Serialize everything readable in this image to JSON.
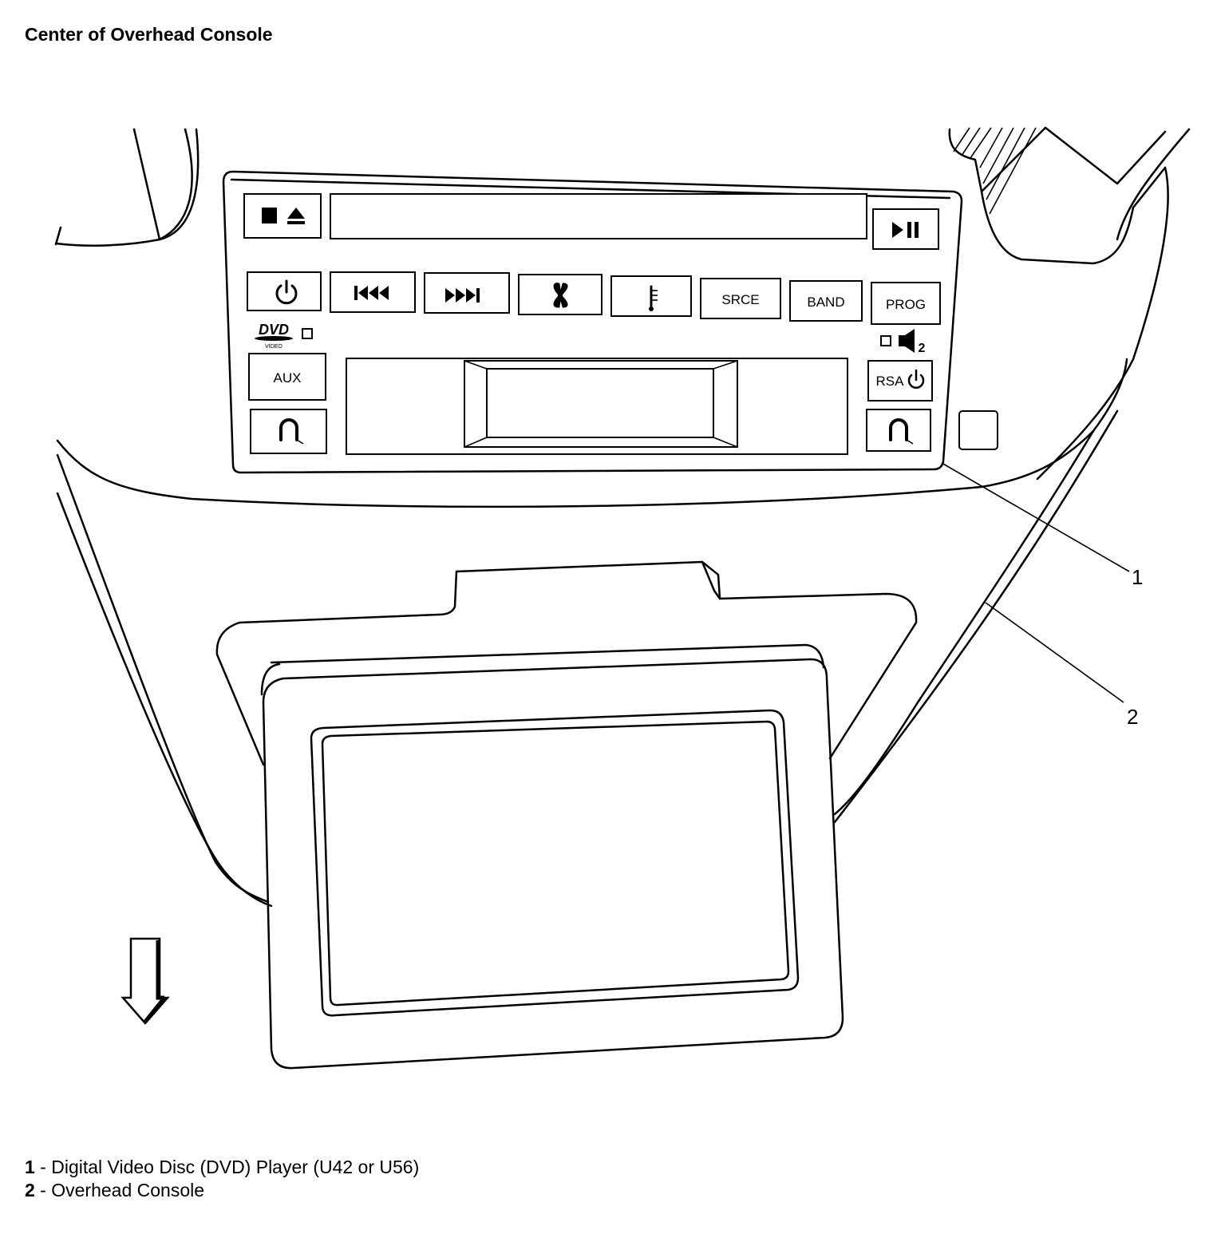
{
  "title": "Center of Overhead Console",
  "buttons": {
    "srce": "SRCE",
    "band": "BAND",
    "prog": "PROG",
    "aux": "AUX",
    "rsa": "RSA",
    "speaker_zone": "2"
  },
  "dvd_logo": {
    "mark": "DVD",
    "sub": "VIDEO"
  },
  "callouts": [
    {
      "number": "1"
    },
    {
      "number": "2"
    }
  ],
  "legend": [
    {
      "number": "1",
      "separator": " - ",
      "text": "Digital Video Disc (DVD) Player (U42 or U56)"
    },
    {
      "number": "2",
      "separator": " - ",
      "text": "Overhead Console"
    }
  ]
}
